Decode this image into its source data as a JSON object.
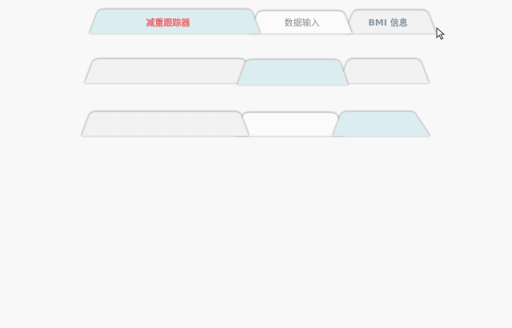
{
  "colors": {
    "active_fill": "#dcedf1",
    "inactive_fill": "#f3f3f3",
    "white_fill": "#fbfbfb",
    "active_text": "#e8696c",
    "muted_text": "#8a8d91",
    "tab_edge": "#d0d0d0",
    "background": "#f8f8f8"
  },
  "tab_rows": [
    {
      "tabs": [
        {
          "label": "减重跟踪器",
          "state": "active"
        },
        {
          "label": "数据输入",
          "state": "inactive-white"
        },
        {
          "label": "BMI 信息",
          "state": "inactive"
        }
      ]
    },
    {
      "tabs": [
        {
          "label": "",
          "state": "inactive"
        },
        {
          "label": "",
          "state": "active"
        },
        {
          "label": "",
          "state": "inactive"
        }
      ]
    },
    {
      "tabs": [
        {
          "label": "",
          "state": "inactive"
        },
        {
          "label": "",
          "state": "inactive-white"
        },
        {
          "label": "",
          "state": "active"
        }
      ]
    }
  ],
  "cursor_icon": "mouse-pointer-icon"
}
